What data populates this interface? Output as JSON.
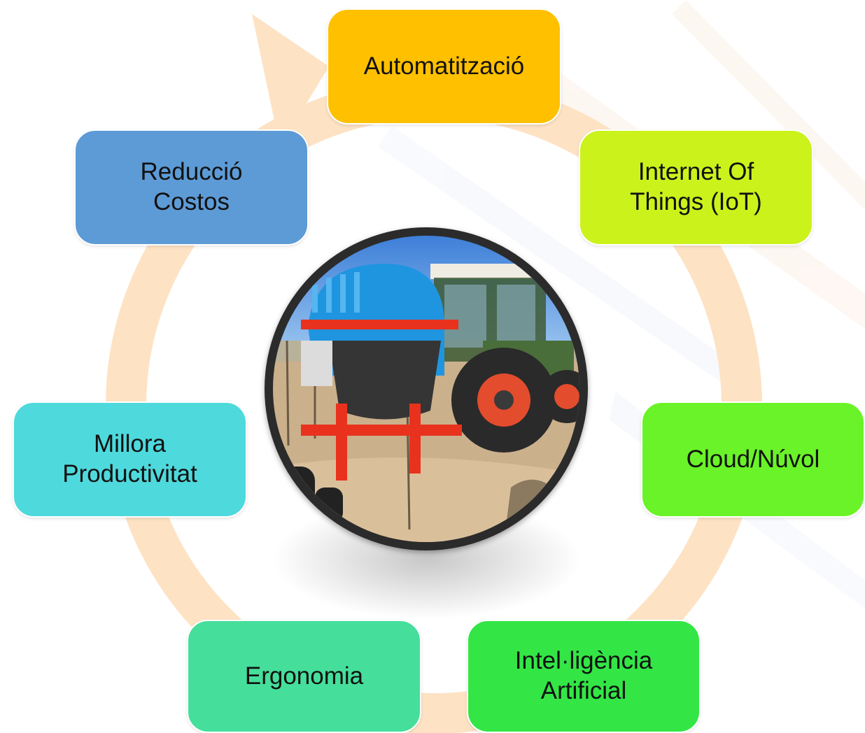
{
  "nodes": {
    "automatitzacio": "Automatització",
    "iot": "Internet Of\nThings (IoT)",
    "cloud": "Cloud/Núvol",
    "ia": "Intel·ligència\nArtificial",
    "ergonomia": "Ergonomia",
    "productivitat": "Millora\nProductivitat",
    "costos": "Reducció\nCostos"
  },
  "colors": {
    "automatitzacio": "#ffc000",
    "iot": "#ccf21c",
    "cloud": "#6af328",
    "ia": "#33e646",
    "ergonomia": "#45df9b",
    "productivitat": "#4ed9dc",
    "costos": "#5d9bd6",
    "cycle_arrow": "#fde2c4"
  },
  "center_image": {
    "icon": "tractor-sprayer-photo"
  }
}
